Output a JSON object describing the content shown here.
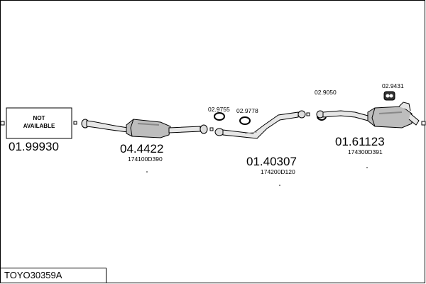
{
  "not_available_label_line1": "NOT",
  "not_available_label_line2": "AVAILABLE",
  "parts": [
    {
      "part_no": "01.99930"
    },
    {
      "part_no": "04.4422",
      "oe_ref": "174100D390"
    },
    {
      "part_no": "01.40307",
      "oe_ref": "174200D120"
    },
    {
      "part_no": "01.61123",
      "oe_ref": "174300D391"
    }
  ],
  "accessories": [
    {
      "part_no": "02.9755"
    },
    {
      "part_no": "02.9778"
    },
    {
      "part_no": "02.9050"
    },
    {
      "part_no": "02.9431"
    }
  ],
  "reference": "TOYO30359A"
}
